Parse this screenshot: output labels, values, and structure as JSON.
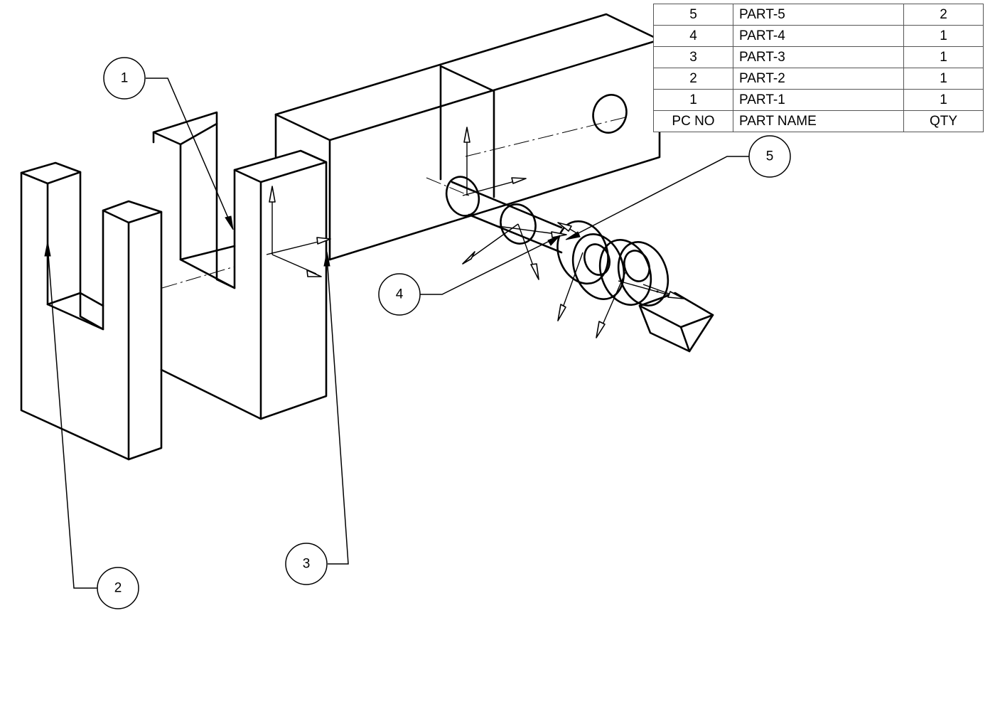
{
  "bom": {
    "rows": [
      {
        "pc_no": "5",
        "part_name": "PART-5",
        "qty": "2"
      },
      {
        "pc_no": "4",
        "part_name": "PART-4",
        "qty": "1"
      },
      {
        "pc_no": "3",
        "part_name": "PART-3",
        "qty": "1"
      },
      {
        "pc_no": "2",
        "part_name": "PART-2",
        "qty": "1"
      },
      {
        "pc_no": "1",
        "part_name": "PART-1",
        "qty": "1"
      }
    ],
    "header": {
      "pc_no": "PC NO",
      "part_name": "PART NAME",
      "qty": "QTY"
    }
  },
  "balloons": {
    "b1": "1",
    "b2": "2",
    "b3": "3",
    "b4": "4",
    "b5": "5"
  }
}
